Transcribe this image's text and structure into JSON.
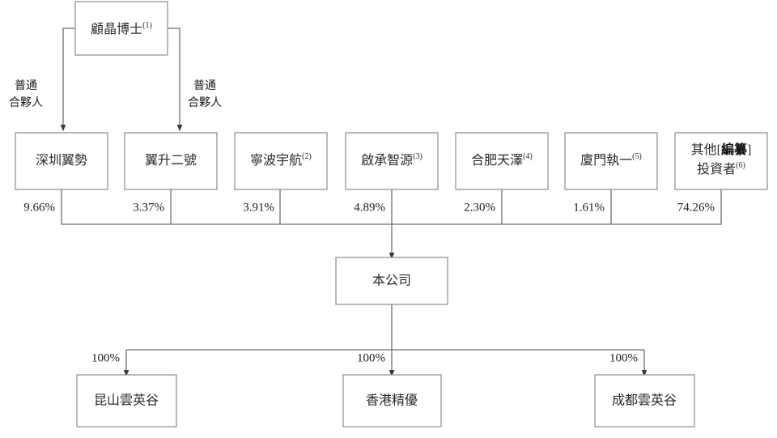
{
  "chart_data": {
    "type": "diagram",
    "title": "",
    "diagram_kind": "corporate-shareholding-structure",
    "nodes": {
      "founder": {
        "label": "顧晶博士",
        "superscript": "(1)"
      },
      "company": {
        "label": "本公司"
      },
      "shareholders": [
        {
          "label": "深圳翼勢",
          "superscript": "",
          "percent": "9.66%"
        },
        {
          "label": "翼升二號",
          "superscript": "",
          "percent": "3.37%"
        },
        {
          "label": "寧波宇航",
          "superscript": "(2)",
          "percent": "3.91%"
        },
        {
          "label": "啟承智源",
          "superscript": "(3)",
          "percent": "4.89%"
        },
        {
          "label": "合肥天澤",
          "superscript": "(4)",
          "percent": "2.30%"
        },
        {
          "label": "廈門執一",
          "superscript": "(5)",
          "percent": "1.61%"
        },
        {
          "label": "其他[編纂]",
          "label_line2": "投資者",
          "superscript": "(6)",
          "percent": "74.26%",
          "redacted": "編纂"
        }
      ],
      "subsidiaries": [
        {
          "label": "昆山雲英谷",
          "percent": "100%"
        },
        {
          "label": "香港精優",
          "percent": "100%"
        },
        {
          "label": "成都雲英谷",
          "percent": "100%"
        }
      ]
    },
    "edge_labels": {
      "general_partner_left": "普通\n合夥人",
      "general_partner_left_line1": "普通",
      "general_partner_left_line2": "合夥人",
      "general_partner_right_line1": "普通",
      "general_partner_right_line2": "合夥人"
    },
    "colors": {
      "box_stroke": "#8c8c8c",
      "connector": "#6e6e6e",
      "text": "#2b2b2b",
      "background": "#ffffff"
    }
  }
}
